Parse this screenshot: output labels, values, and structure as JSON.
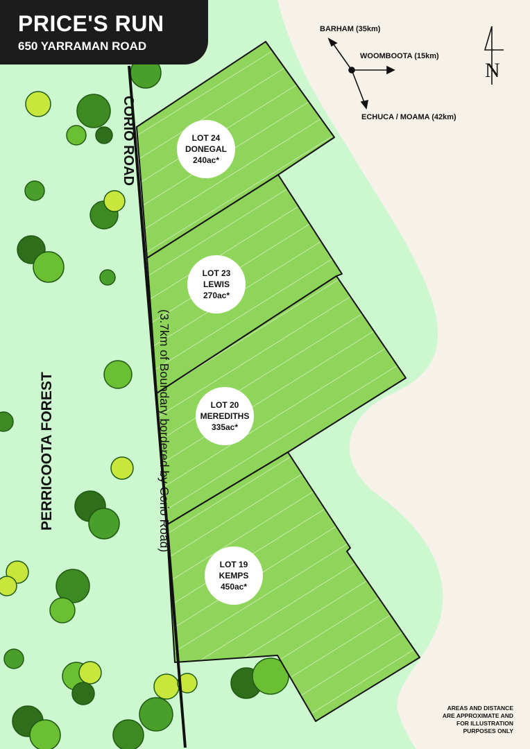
{
  "header": {
    "title": "PRICE'S RUN",
    "subtitle": "650 YARRAMAN ROAD"
  },
  "directions": {
    "north": "BARHAM (35km)",
    "east": "WOOMBOOTA (15km)",
    "south": "ECHUCA / MOAMA (42km)",
    "north_arrow": "N"
  },
  "road": {
    "name": "CORIO ROAD",
    "boundary_note": "(3.7km of Boundary bordered by Corio Road)"
  },
  "forest": {
    "name": "PERRICOOTA FOREST"
  },
  "lots": [
    {
      "number": "LOT 24",
      "name": "DONEGAL",
      "area": "240ac*"
    },
    {
      "number": "LOT 23",
      "name": "LEWIS",
      "area": "270ac*"
    },
    {
      "number": "LOT 20",
      "name": "MEREDITHS",
      "area": "335ac*"
    },
    {
      "number": "LOT 19",
      "name": "KEMPS",
      "area": "450ac*"
    }
  ],
  "disclaimer": [
    "AREAS AND DISTANCE",
    "ARE APPROXIMATE AND",
    "FOR ILLUSTRATION",
    "PURPOSES ONLY"
  ],
  "colors": {
    "forest": "#cdf7cf",
    "land": "#f6f2e9",
    "lot_fill": "#8fd45b",
    "road": "#111111",
    "title_bg": "#1c1c1c"
  }
}
